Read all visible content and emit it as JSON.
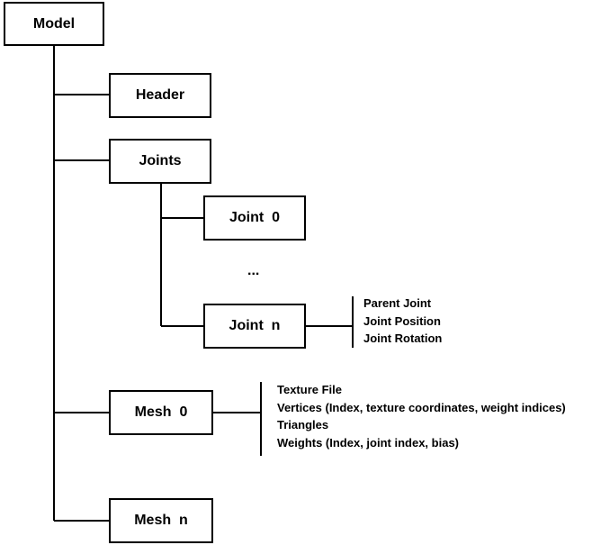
{
  "nodes": {
    "model": "Model",
    "header": "Header",
    "joints": "Joints",
    "joint0": "Joint  0",
    "ellipsis": "...",
    "jointn": "Joint  n",
    "mesh0": "Mesh  0",
    "meshn": "Mesh  n"
  },
  "joint_details": [
    "Parent Joint",
    "Joint Position",
    "Joint Rotation"
  ],
  "mesh_details": [
    "Texture File",
    "Vertices  (Index, texture coordinates, weight indices)",
    "Triangles",
    "Weights (Index, joint index, bias)"
  ]
}
